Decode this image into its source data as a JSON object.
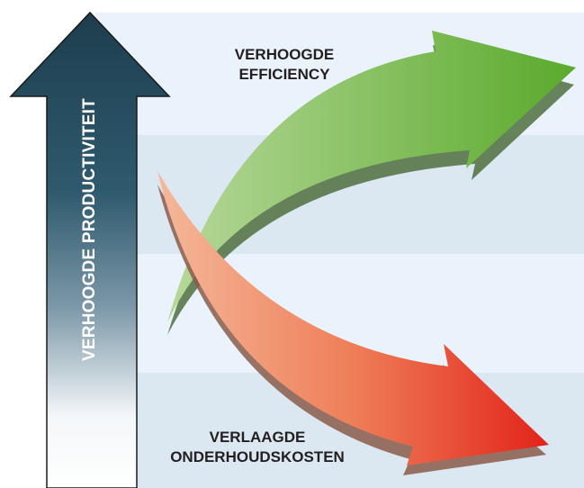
{
  "productivity_arrow": {
    "label": "VERHOOGDE PRODUCTIVITEIT",
    "color_top": "#1d3e4e",
    "color_bottom": "#ffffff"
  },
  "efficiency_arrow": {
    "label_line1": "VERHOOGDE",
    "label_line2": "EFFICIENCY",
    "direction": "up",
    "color_start": "#b7d89a",
    "color_end": "#5aaa2c"
  },
  "costs_arrow": {
    "label_line1": "VERLAAGDE",
    "label_line2": "ONDERHOUDSKOSTEN",
    "direction": "down",
    "color_start": "#f5b89a",
    "color_end": "#e2231a"
  }
}
